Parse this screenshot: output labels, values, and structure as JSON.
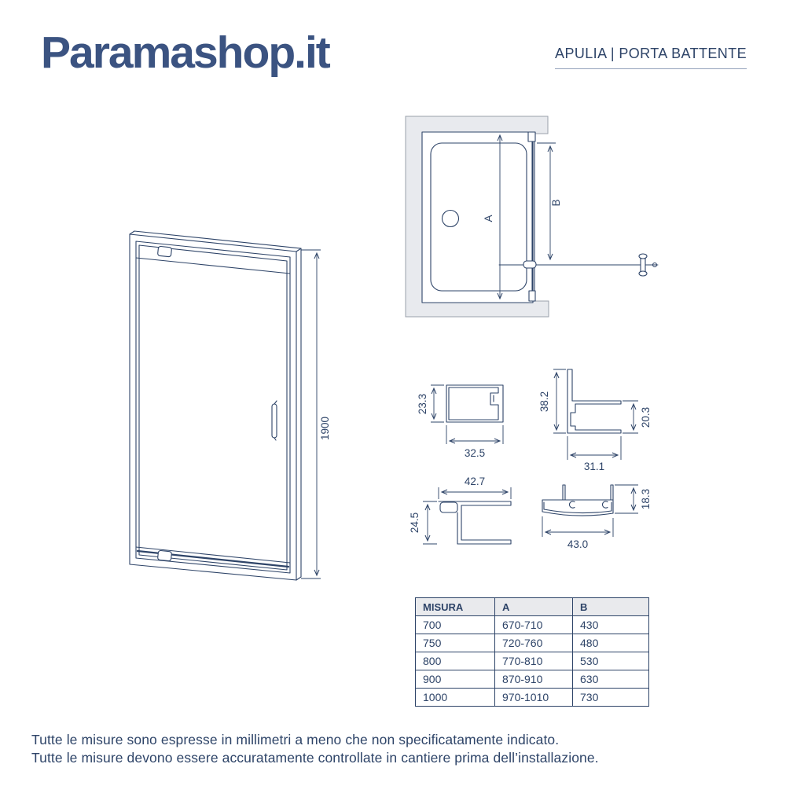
{
  "brand": {
    "logo": "Paramashop.it"
  },
  "product": {
    "title": "APULIA | PORTA BATTENTE"
  },
  "colors": {
    "navy_line": "#2e4468",
    "logo_navy": "#3b5381",
    "wall_fill": "#e8eaee",
    "wall_border": "#9aa0ab",
    "table_header_bg": "#e9eaed",
    "underline": "#93a2bb",
    "background": "#ffffff"
  },
  "front_view": {
    "height": "1900"
  },
  "top_view": {
    "depth_label": "A",
    "door_label": "B"
  },
  "profiles": {
    "p1": {
      "h": "23.3",
      "w": "32.5"
    },
    "p2": {
      "h": "38.2",
      "h2": "20.3",
      "w": "31.1"
    },
    "p3": {
      "w": "42.7",
      "h": "24.5"
    },
    "p4": {
      "w": "43.0",
      "h": "18.3"
    }
  },
  "size_table": {
    "headers": [
      "MISURA",
      "A",
      "B"
    ],
    "rows": [
      [
        "700",
        "670-710",
        "430"
      ],
      [
        "750",
        "720-760",
        "480"
      ],
      [
        "800",
        "770-810",
        "530"
      ],
      [
        "900",
        "870-910",
        "630"
      ],
      [
        "1000",
        "970-1010",
        "730"
      ]
    ]
  },
  "notes": {
    "line1": "Tutte le misure sono espresse in millimetri a meno che non specificatamente indicato.",
    "line2": "Tutte le misure devono essere accuratamente controllate in cantiere prima dell’installazione."
  }
}
